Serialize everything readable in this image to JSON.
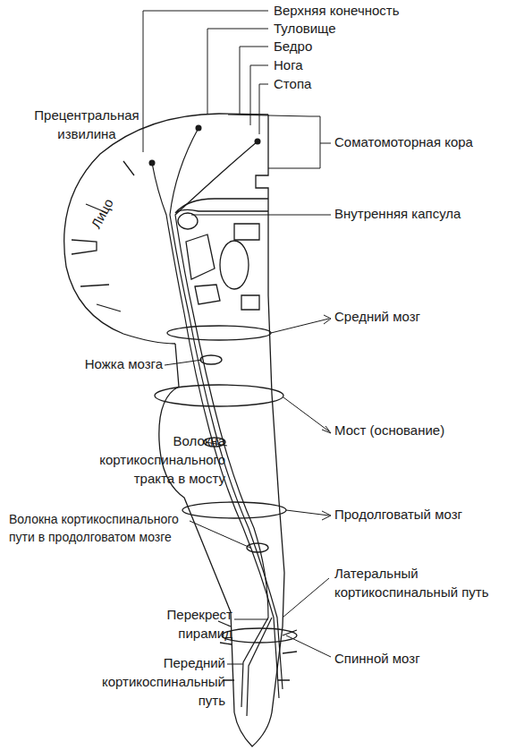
{
  "diagram": {
    "labels": [
      "Верхняя конечность",
      "Туловище",
      "Бедро",
      "Нога",
      "Стопа",
      "Прецентральная извилина",
      "Соматомоторная кора",
      "Лицо",
      "Внутренняя капсула",
      "Средний мозг",
      "Ножка мозга",
      "Мост (основание)",
      "Волокна кортикоспинального тракта в мосту",
      "Волокна кортикоспинального пути в продолговатом мозге",
      "Продолговатый мозг",
      "Латеральный кортикоспинальный путь",
      "Перекрест пирамид",
      "Спинной мозг",
      "Передний кортикоспинальный путь"
    ]
  }
}
